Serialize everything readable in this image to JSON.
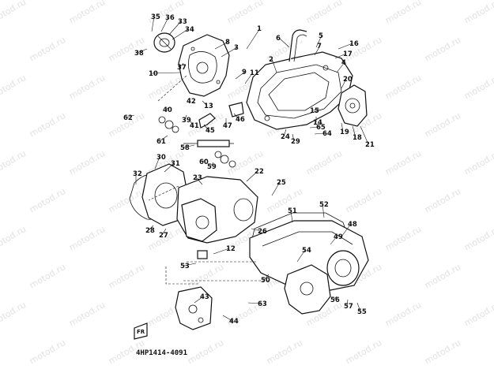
{
  "watermark": {
    "text": "motod.ru"
  },
  "diagram": {
    "figure_code": "4HP1414-4091",
    "front_marker": "FR",
    "callouts": [
      "1",
      "2",
      "3",
      "4",
      "5",
      "6",
      "7",
      "8",
      "9",
      "10",
      "11",
      "12",
      "13",
      "14",
      "15",
      "16",
      "17",
      "18",
      "19",
      "20",
      "21",
      "22",
      "23",
      "24",
      "25",
      "26",
      "27",
      "28",
      "29",
      "30",
      "31",
      "32",
      "33",
      "34",
      "35",
      "36",
      "37",
      "38",
      "39",
      "40",
      "41",
      "42",
      "43",
      "44",
      "45",
      "46",
      "47",
      "48",
      "49",
      "50",
      "51",
      "52",
      "53",
      "54",
      "55",
      "56",
      "57",
      "58",
      "59",
      "60",
      "61",
      "62",
      "63",
      "64",
      "65"
    ]
  }
}
